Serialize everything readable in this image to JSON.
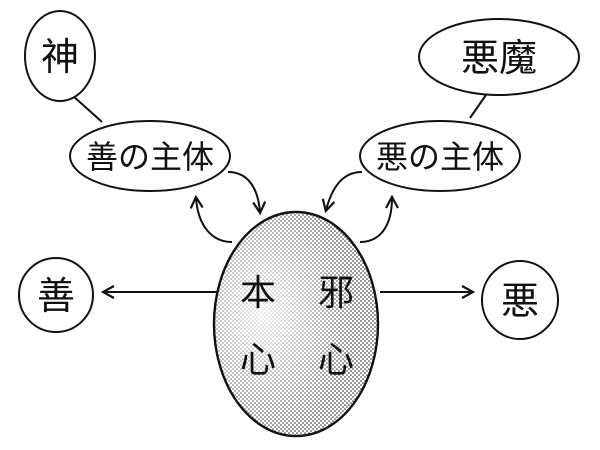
{
  "nodes": {
    "god": "神",
    "devil": "悪魔",
    "good_agent": "善の主体",
    "evil_agent": "悪の主体",
    "good": "善",
    "evil": "悪"
  },
  "center": {
    "left_top": "本",
    "left_bottom": "心",
    "right_top": "邪",
    "right_bottom": "心"
  }
}
